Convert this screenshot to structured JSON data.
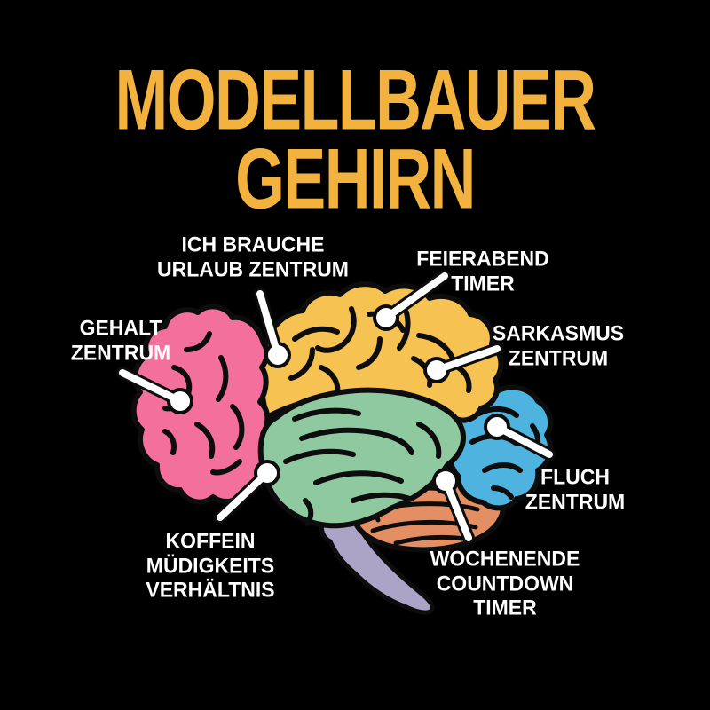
{
  "title": {
    "line1": "MODELLBAUER",
    "line2": "GEHIRN"
  },
  "colors": {
    "background": "#000000",
    "title_text": "#F3B23E",
    "label_text": "#FFFFFF",
    "outline": "#0D0D0D",
    "leader": "#FFFFFF",
    "regions": {
      "frontal": "#F2709B",
      "parietal": "#F6C352",
      "temporal": "#8FC9A0",
      "occipital": "#4FB3DF",
      "cerebellum": "#E38E63",
      "brainstem": "#ACA4C6"
    }
  },
  "labels": {
    "urlaub": {
      "line1": "ICH BRAUCHE",
      "line2": "URLAUB ZENTRUM",
      "points_to": "parietal"
    },
    "feierabend": {
      "line1": "FEIERABEND",
      "line2": "TIMER",
      "points_to": "parietal"
    },
    "gehalt": {
      "line1": "GEHALT",
      "line2": "ZENTRUM",
      "points_to": "frontal"
    },
    "sarkasmus": {
      "line1": "SARKASMUS",
      "line2": "ZENTRUM",
      "points_to": "parietal"
    },
    "fluch": {
      "line1": "FLUCH",
      "line2": "ZENTRUM",
      "points_to": "occipital"
    },
    "koffein": {
      "line1": "KOFFEIN",
      "line2": "MÜDIGKEITS",
      "line3": "VERHÄLTNIS",
      "points_to": "temporal"
    },
    "wochenende": {
      "line1": "WOCHENENDE",
      "line2": "COUNTDOWN",
      "line3": "TIMER",
      "points_to": "cerebellum"
    }
  }
}
